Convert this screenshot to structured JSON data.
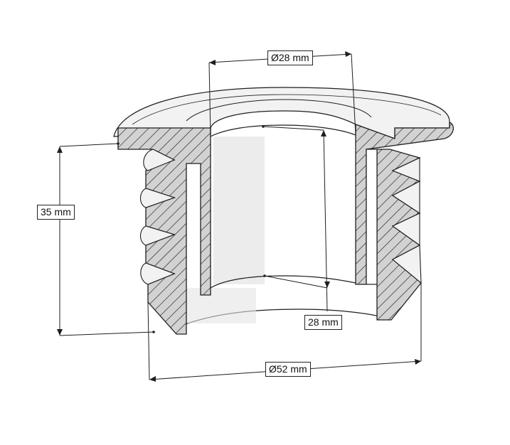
{
  "dimensions": {
    "inner_diameter": "Ø28 mm",
    "height": "35 mm",
    "depth": "28 mm",
    "outer_diameter": "Ø52 mm"
  },
  "colors": {
    "line": "#1e1e1e",
    "hatch_fill": "#d2d2d2",
    "body_face": "#f2f2f2",
    "bore_shadow": "#e4e4e4"
  }
}
